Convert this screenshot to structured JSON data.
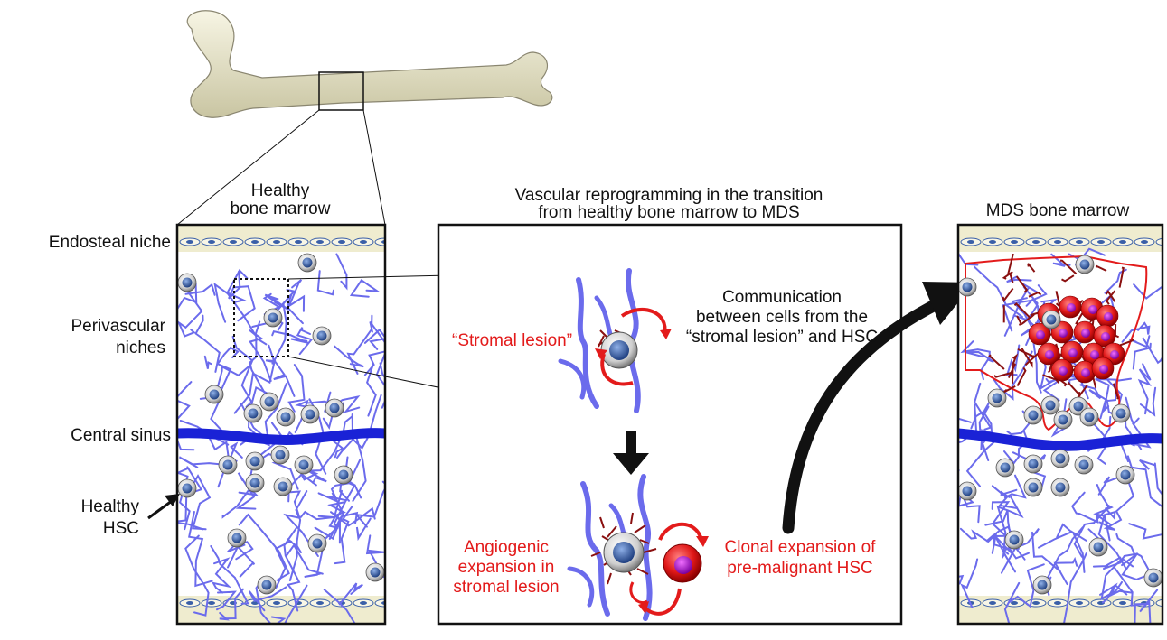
{
  "panels": {
    "healthy_title_line1": "Healthy",
    "healthy_title_line2": "bone marrow",
    "center_title_line1": "Vascular reprogramming in the transition",
    "center_title_line2": "from healthy bone marrow to MDS",
    "mds_title": "MDS bone marrow"
  },
  "left_labels": {
    "endosteal": "Endosteal niche",
    "perivascular_line1": "Perivascular",
    "perivascular_line2": "niches",
    "central_sinus": "Central sinus",
    "healthy_hsc_line1": "Healthy",
    "healthy_hsc_line2": "HSC"
  },
  "center_labels": {
    "stromal_lesion": "“Stromal lesion”",
    "communication_line1": "Communication",
    "communication_line2": "between cells from the",
    "communication_line3": "“stromal lesion” and HSC",
    "angiogenic_line1": "Angiogenic",
    "angiogenic_line2": "expansion in",
    "angiogenic_line3": "stromal lesion",
    "clonal_line1": "Clonal expansion of",
    "clonal_line2": "pre-malignant HSC"
  },
  "colors": {
    "vessel": "#6b6bec",
    "sinus": "#1a22d6",
    "bone": "#ece9cf",
    "lesion": "#e31b1b",
    "malignant": "#a020c0",
    "cell_nucleus": "#3a5fa8"
  }
}
